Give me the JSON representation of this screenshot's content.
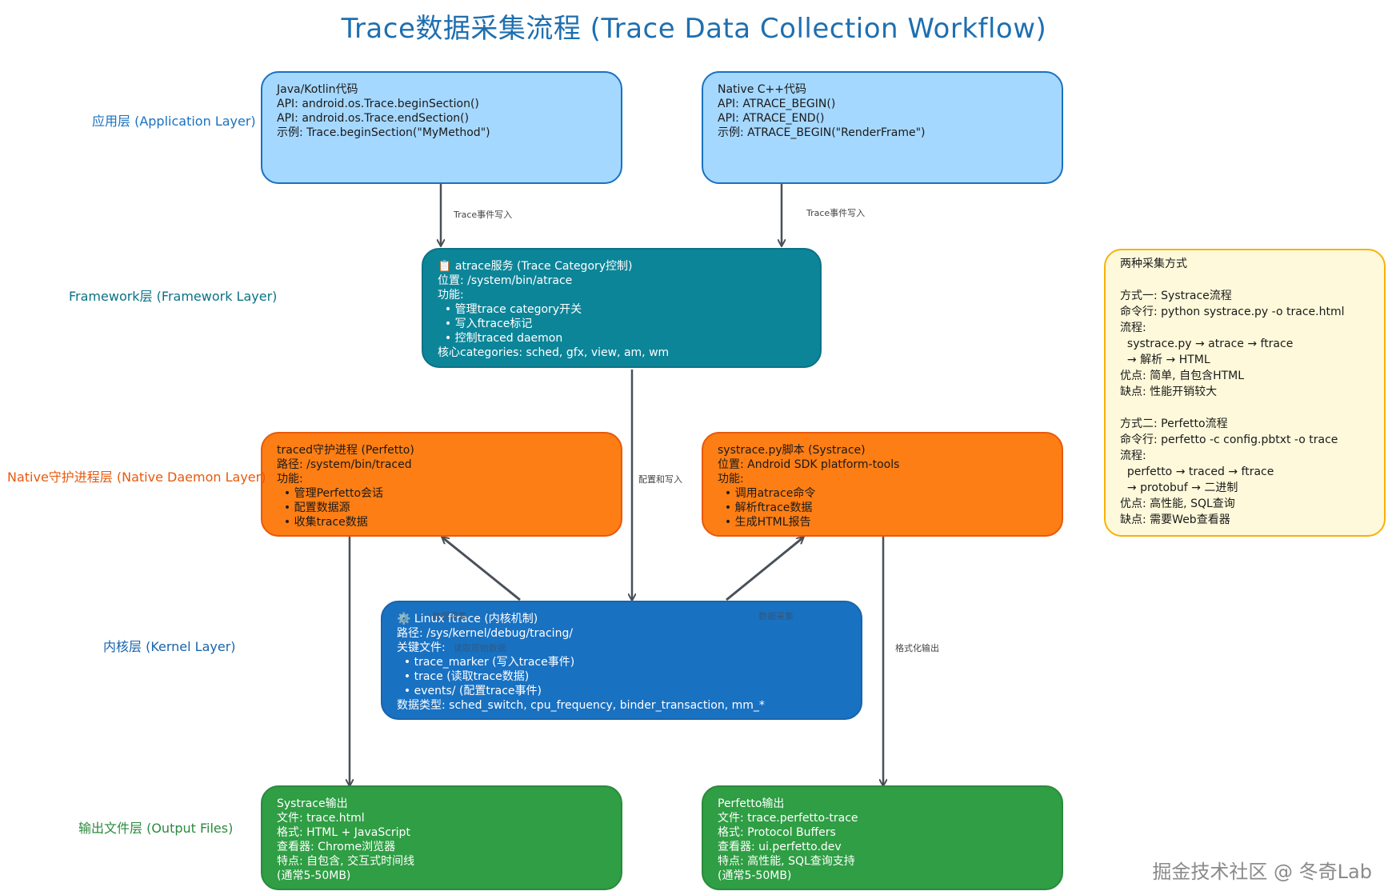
{
  "title": "Trace数据采集流程 (Trace Data Collection Workflow)",
  "layers": {
    "application": "应用层 (Application Layer)",
    "framework": "Framework层 (Framework Layer)",
    "native": "Native守护进程层 (Native Daemon Layer)",
    "kernel": "内核层 (Kernel Layer)",
    "output": "输出文件层 (Output Files)"
  },
  "boxes": {
    "java": [
      "Java/Kotlin代码",
      "API: android.os.Trace.beginSection()",
      "API: android.os.Trace.endSection()",
      "示例: Trace.beginSection(\"MyMethod\")"
    ],
    "native_cpp": [
      "Native C++代码",
      "API: ATRACE_BEGIN()",
      "API: ATRACE_END()",
      "示例: ATRACE_BEGIN(\"RenderFrame\")"
    ],
    "atrace": [
      "📋 atrace服务 (Trace Category控制)",
      "位置: /system/bin/atrace",
      "功能:",
      "  • 管理trace category开关",
      "  • 写入ftrace标记",
      "  • 控制traced daemon",
      "核心categories: sched, gfx, view, am, wm"
    ],
    "traced": [
      "traced守护进程 (Perfetto)",
      "路径: /system/bin/traced",
      "功能:",
      "  • 管理Perfetto会话",
      "  • 配置数据源",
      "  • 收集trace数据"
    ],
    "systrace": [
      "systrace.py脚本 (Systrace)",
      "位置: Android SDK platform-tools",
      "功能:",
      "  • 调用atrace命令",
      "  • 解析ftrace数据",
      "  • 生成HTML报告"
    ],
    "ftrace": [
      "⚙️ Linux ftrace (内核机制)",
      "路径: /sys/kernel/debug/tracing/",
      "关键文件:",
      "  • trace_marker (写入trace事件)",
      "  • trace (读取trace数据)",
      "  • events/ (配置trace事件)",
      "数据类型: sched_switch, cpu_frequency, binder_transaction, mm_*"
    ],
    "systrace_out": [
      "Systrace输出",
      "文件: trace.html",
      "格式: HTML + JavaScript",
      "查看器: Chrome浏览器",
      "特点: 自包含, 交互式时间线",
      "(通常5-50MB)"
    ],
    "perfetto_out": [
      "Perfetto输出",
      "文件: trace.perfetto-trace",
      "格式: Protocol Buffers",
      "查看器: ui.perfetto.dev",
      "特点: 高性能, SQL查询支持",
      "(通常5-50MB)"
    ],
    "note": [
      "两种采集方式",
      "",
      "方式一: Systrace流程",
      "命令行: python systrace.py -o trace.html",
      "流程:",
      "  systrace.py → atrace → ftrace",
      "  → 解析 → HTML",
      "优点: 简单, 自包含HTML",
      "缺点: 性能开销较大",
      "",
      "方式二: Perfetto流程",
      "命令行: perfetto -c config.pbtxt -o trace",
      "流程:",
      "  perfetto → traced → ftrace",
      "  → protobuf → 二进制",
      "优点: 高性能, SQL查询",
      "缺点: 需要Web查看器"
    ]
  },
  "edge_labels": {
    "trace_write_left": "Trace事件写入",
    "trace_write_right": "Trace事件写入",
    "config_write": "配置和写入",
    "data_collect_left": "数据采集",
    "data_collect_right": "数据采集",
    "read_raw": "读取原始数据",
    "format_output": "格式化输出"
  },
  "watermark": "掘金技术社区 @ 冬奇Lab",
  "colors": {
    "title": "#1e6fb0",
    "app_fill": "#a5d8ff",
    "app_border": "#1971c2",
    "framework_fill": "#0c8599",
    "framework_border": "#0b7285",
    "native_fill": "#fd7e14",
    "native_border": "#e8590c",
    "kernel_fill": "#1971c2",
    "kernel_border": "#1864ab",
    "output_fill": "#2f9e44",
    "output_border": "#2b8a3e",
    "note_fill": "#fff9db",
    "note_border": "#fab005",
    "layer_app": "#1971c2",
    "layer_framework": "#0b7285",
    "layer_native": "#e8590c",
    "layer_kernel": "#1864ab",
    "layer_output": "#2b8a3e",
    "arrow": "#495057"
  }
}
